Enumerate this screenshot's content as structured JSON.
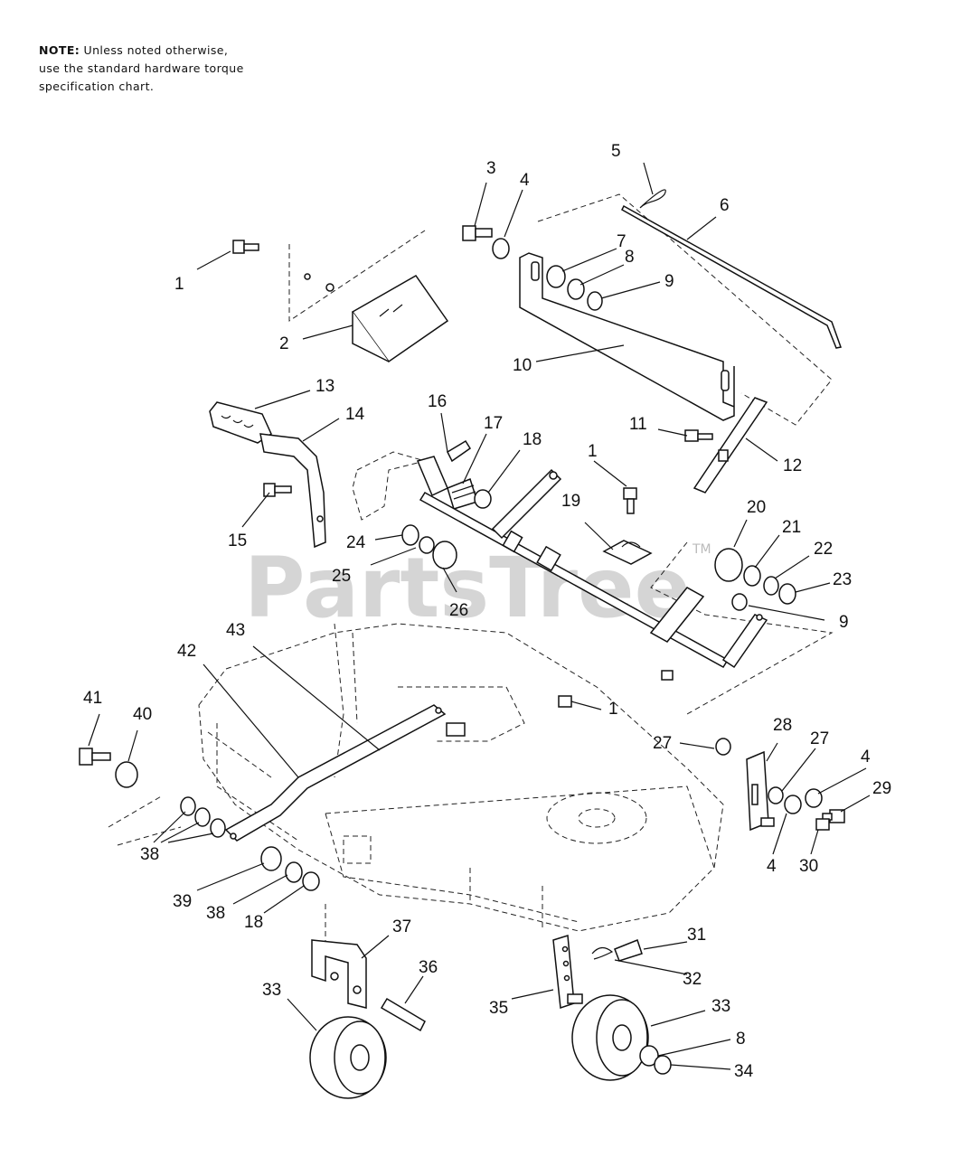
{
  "note": {
    "prefix": "NOTE:",
    "line1": " Unless noted otherwise,",
    "line2": "use the standard hardware torque",
    "line3": "specification chart."
  },
  "watermark": {
    "text": "PartsTree",
    "tm": "TM"
  },
  "callouts": [
    {
      "id": "c1a",
      "text": "1"
    },
    {
      "id": "c2",
      "text": "2"
    },
    {
      "id": "c3",
      "text": "3"
    },
    {
      "id": "c4a",
      "text": "4"
    },
    {
      "id": "c5",
      "text": "5"
    },
    {
      "id": "c6",
      "text": "6"
    },
    {
      "id": "c7",
      "text": "7"
    },
    {
      "id": "c8a",
      "text": "8"
    },
    {
      "id": "c9a",
      "text": "9"
    },
    {
      "id": "c10",
      "text": "10"
    },
    {
      "id": "c11",
      "text": "11"
    },
    {
      "id": "c12",
      "text": "12"
    },
    {
      "id": "c13",
      "text": "13"
    },
    {
      "id": "c14",
      "text": "14"
    },
    {
      "id": "c15",
      "text": "15"
    },
    {
      "id": "c16",
      "text": "16"
    },
    {
      "id": "c17",
      "text": "17"
    },
    {
      "id": "c18a",
      "text": "18"
    },
    {
      "id": "c1b",
      "text": "1"
    },
    {
      "id": "c19",
      "text": "19"
    },
    {
      "id": "c20",
      "text": "20"
    },
    {
      "id": "c21",
      "text": "21"
    },
    {
      "id": "c22",
      "text": "22"
    },
    {
      "id": "c23",
      "text": "23"
    },
    {
      "id": "c24",
      "text": "24"
    },
    {
      "id": "c25",
      "text": "25"
    },
    {
      "id": "c26",
      "text": "26"
    },
    {
      "id": "c9b",
      "text": "9"
    },
    {
      "id": "c43",
      "text": "43"
    },
    {
      "id": "c42",
      "text": "42"
    },
    {
      "id": "c41",
      "text": "41"
    },
    {
      "id": "c40",
      "text": "40"
    },
    {
      "id": "c1c",
      "text": "1"
    },
    {
      "id": "c27a",
      "text": "27"
    },
    {
      "id": "c28",
      "text": "28"
    },
    {
      "id": "c27b",
      "text": "27"
    },
    {
      "id": "c4b",
      "text": "4"
    },
    {
      "id": "c29",
      "text": "29"
    },
    {
      "id": "c38a",
      "text": "38"
    },
    {
      "id": "c4c",
      "text": "4"
    },
    {
      "id": "c30",
      "text": "30"
    },
    {
      "id": "c39",
      "text": "39"
    },
    {
      "id": "c38b",
      "text": "38"
    },
    {
      "id": "c18b",
      "text": "18"
    },
    {
      "id": "c37",
      "text": "37"
    },
    {
      "id": "c31",
      "text": "31"
    },
    {
      "id": "c36",
      "text": "36"
    },
    {
      "id": "c32",
      "text": "32"
    },
    {
      "id": "c33a",
      "text": "33"
    },
    {
      "id": "c35",
      "text": "35"
    },
    {
      "id": "c33b",
      "text": "33"
    },
    {
      "id": "c8b",
      "text": "8"
    },
    {
      "id": "c34",
      "text": "34"
    }
  ]
}
